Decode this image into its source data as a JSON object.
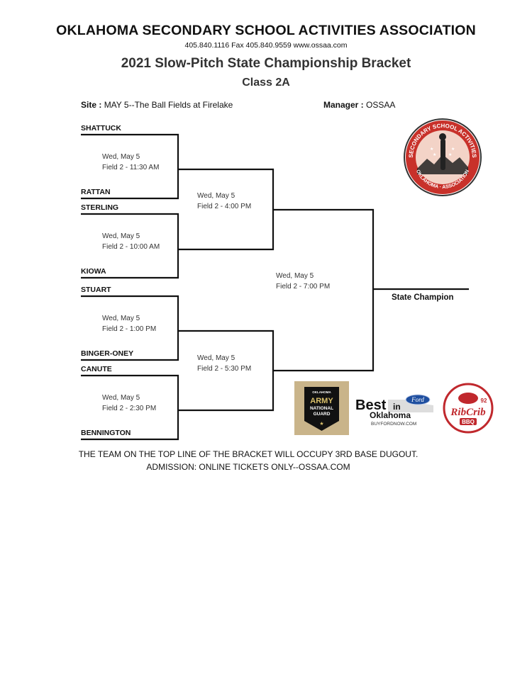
{
  "header": {
    "org": "OKLAHOMA SECONDARY SCHOOL ACTIVITIES ASSOCIATION",
    "contact": "405.840.1116   Fax 405.840.9559  www.ossaa.com",
    "title": "2021 Slow-Pitch State Championship Bracket",
    "class": "Class 2A"
  },
  "meta": {
    "site_label": "Site :",
    "site_value": "MAY 5--The Ball Fields at Firelake",
    "manager_label": "Manager :",
    "manager_value": "OSSAA"
  },
  "teams": [
    "SHATTUCK",
    "RATTAN",
    "STERLING",
    "KIOWA",
    "STUART",
    "BINGER-ONEY",
    "CANUTE",
    "BENNINGTON"
  ],
  "round1": [
    {
      "date": "Wed, May 5",
      "field": "Field 2 - 11:30 AM"
    },
    {
      "date": "Wed, May 5",
      "field": "Field 2 - 10:00 AM"
    },
    {
      "date": "Wed, May 5",
      "field": "Field 2 - 1:00 PM"
    },
    {
      "date": "Wed, May 5",
      "field": "Field 2 - 2:30 PM"
    }
  ],
  "semis": [
    {
      "date": "Wed, May 5",
      "field": "Field 2 - 4:00 PM"
    },
    {
      "date": "Wed, May 5",
      "field": "Field 2 - 5:30 PM"
    }
  ],
  "final": {
    "date": "Wed, May 5",
    "field": "Field 2 - 7:00 PM"
  },
  "champion_label": "State Champion",
  "sponsors": {
    "guard_small": "OKLAHOMA",
    "guard_army": "ARMY",
    "guard_national": "NATIONAL",
    "guard_guard": "GUARD",
    "best_text": "Best",
    "best_in": "in",
    "best_ok": "Oklahoma",
    "best_url": "BUYFORDNOW.COM",
    "ford": "Ford",
    "ribcrib": "RibCrib",
    "ribcrib_sub": "BBQ",
    "ribcrib_num": "92"
  },
  "seal_text": "SECONDARY SCHOOL ACTIVITIES",
  "seal_bottom": "OKLAHOMA · ASSOCIATION",
  "footer": {
    "line1": "THE  TEAM ON THE TOP LINE OF THE BRACKET WILL OCCUPY 3RD BASE DUGOUT.",
    "line2": "ADMISSION: ONLINE TICKETS ONLY--OSSAA.COM"
  },
  "colors": {
    "seal_red": "#c8312a",
    "guard_bg": "#c9b48a",
    "ford_blue": "#1f4fa0",
    "ribcrib_red": "#c0282d"
  }
}
